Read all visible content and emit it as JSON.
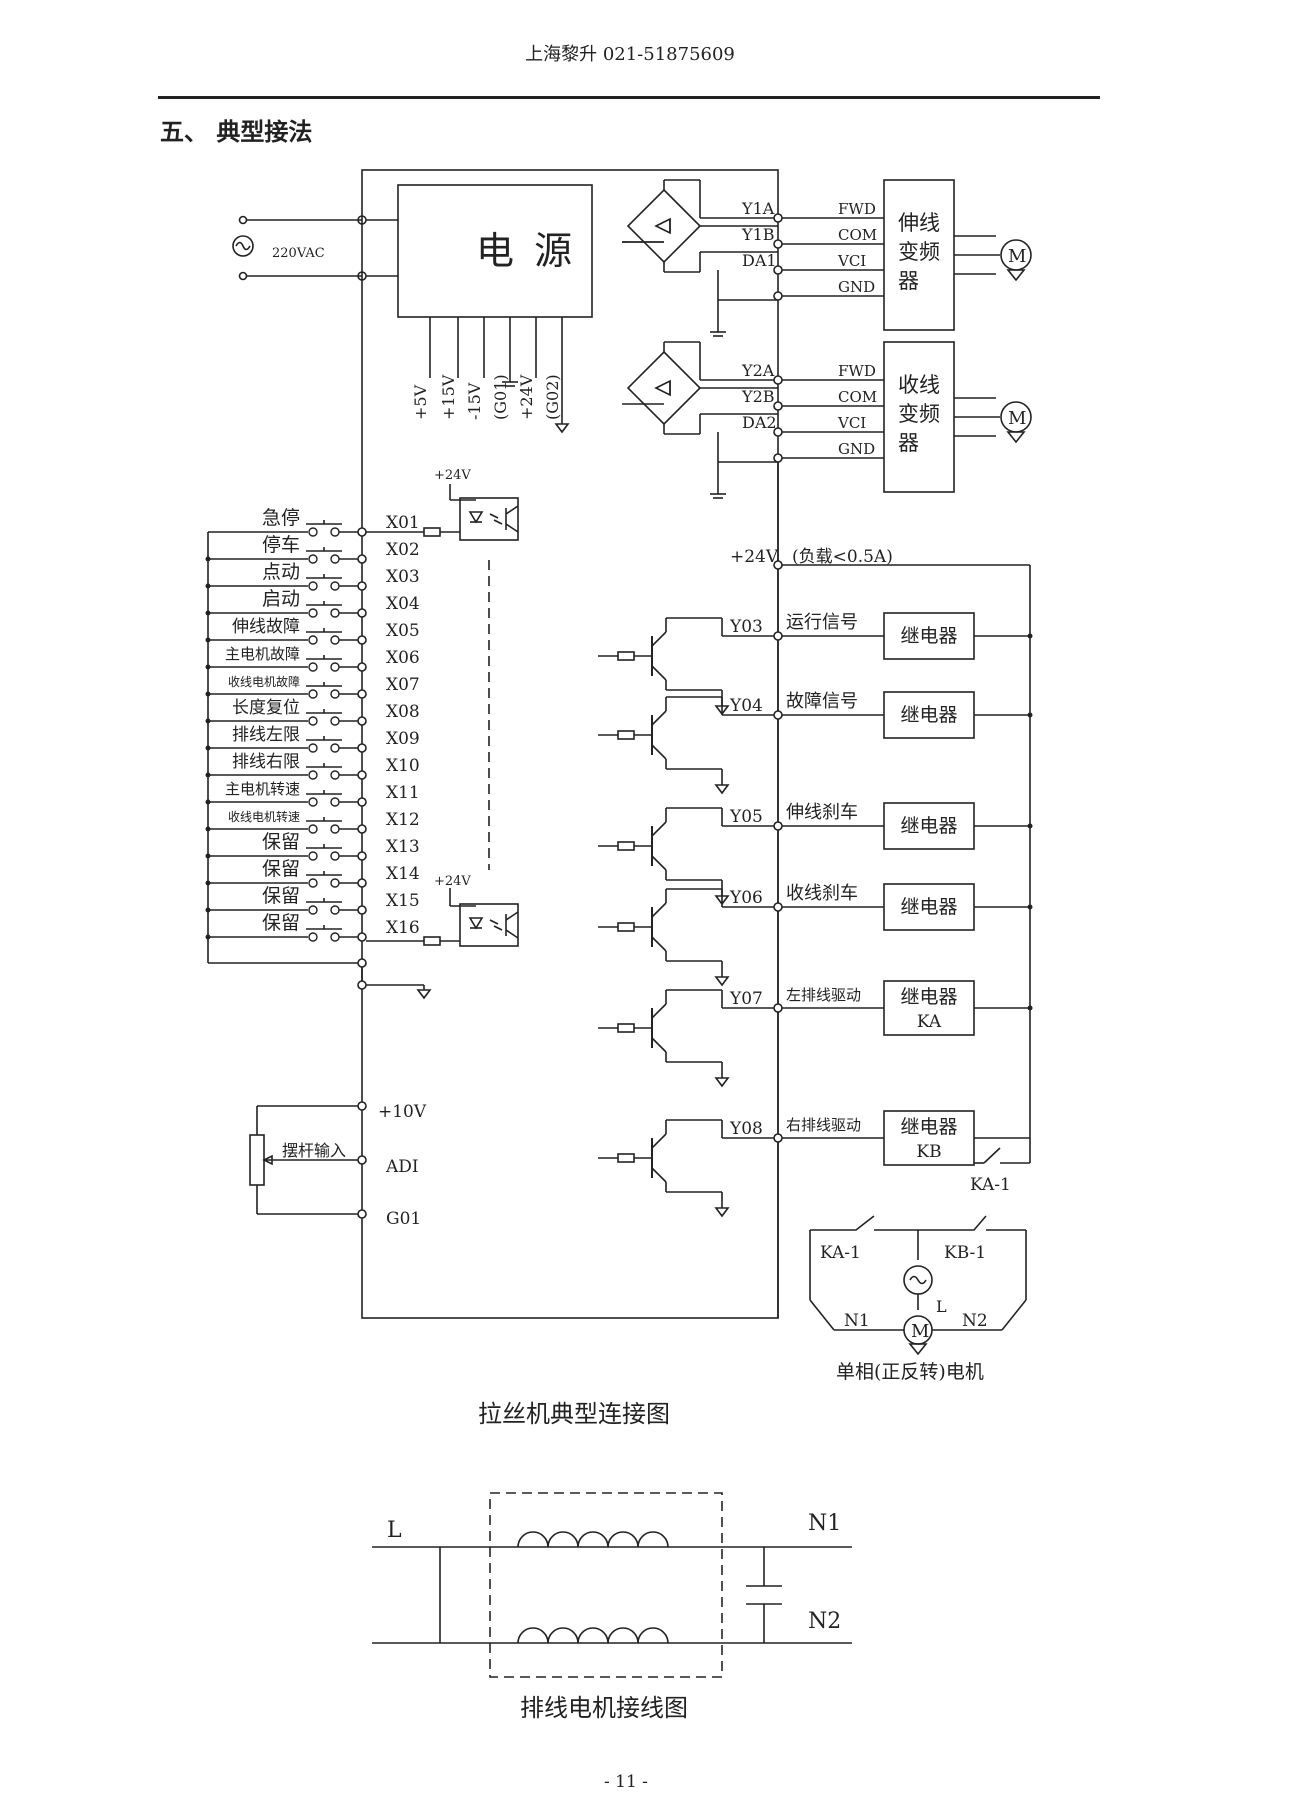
{
  "header": {
    "text": "上海黎升 021-51875609"
  },
  "section_title": "五、 典型接法",
  "diagram1": {
    "caption": "拉丝机典型连接图",
    "power": {
      "title": "电 源",
      "ac": "220VAC",
      "outputs": [
        "+5V",
        "+15V",
        "-15V",
        "(G01)",
        "+24V",
        "(G02)"
      ]
    },
    "vfd_top": {
      "terms": [
        "Y1A",
        "Y1B",
        "DA1"
      ],
      "signals": [
        "FWD",
        "COM",
        "VCI",
        "GND"
      ],
      "name": [
        "伸线",
        "变频",
        "器"
      ],
      "motor": "M"
    },
    "vfd_bottom": {
      "terms": [
        "Y2A",
        "Y2B",
        "DA2"
      ],
      "signals": [
        "FWD",
        "COM",
        "VCI",
        "GND"
      ],
      "name": [
        "收线",
        "变频",
        "器"
      ],
      "motor": "M"
    },
    "opto_supply": "+24V",
    "inputs": [
      {
        "label": "急停",
        "term": "X01"
      },
      {
        "label": "停车",
        "term": "X02"
      },
      {
        "label": "点动",
        "term": "X03"
      },
      {
        "label": "启动",
        "term": "X04"
      },
      {
        "label": "伸线故障",
        "term": "X05"
      },
      {
        "label": "主电机故障",
        "term": "X06"
      },
      {
        "label": "收线电机故障",
        "term": "X07"
      },
      {
        "label": "长度复位",
        "term": "X08"
      },
      {
        "label": "排线左限",
        "term": "X09"
      },
      {
        "label": "排线右限",
        "term": "X10"
      },
      {
        "label": "主电机转速",
        "term": "X11"
      },
      {
        "label": "收线电机转速",
        "term": "X12"
      },
      {
        "label": "保留",
        "term": "X13"
      },
      {
        "label": "保留",
        "term": "X14"
      },
      {
        "label": "保留",
        "term": "X15"
      },
      {
        "label": "保留",
        "term": "X16"
      }
    ],
    "supply_out": {
      "label": "+24V",
      "note": "(负载<0.5A)"
    },
    "outputs": [
      {
        "term": "Y03",
        "label": "运行信号",
        "relay": "继电器",
        "relay2": ""
      },
      {
        "term": "Y04",
        "label": "故障信号",
        "relay": "继电器",
        "relay2": ""
      },
      {
        "term": "Y05",
        "label": "伸线刹车",
        "relay": "继电器",
        "relay2": ""
      },
      {
        "term": "Y06",
        "label": "收线刹车",
        "relay": "继电器",
        "relay2": ""
      },
      {
        "term": "Y07",
        "label": "左排线驱动",
        "relay": "继电器",
        "relay2": "KA"
      },
      {
        "term": "Y08",
        "label": "右排线驱动",
        "relay": "继电器",
        "relay2": "KB"
      }
    ],
    "analog": {
      "terms": [
        "+10V",
        "ADI",
        "G01"
      ],
      "pot_label": "摆杆输入"
    },
    "contact_ka": "KA-1",
    "motor_circuit": {
      "ka": "KA-1",
      "kb": "KB-1",
      "n1": "N1",
      "n2": "N2",
      "l": "L",
      "motor": "M",
      "caption": "单相(正反转)电机"
    }
  },
  "diagram2": {
    "caption": "排线电机接线图",
    "l": "L",
    "n1": "N1",
    "n2": "N2"
  },
  "footer": {
    "page": "- 11 -"
  }
}
